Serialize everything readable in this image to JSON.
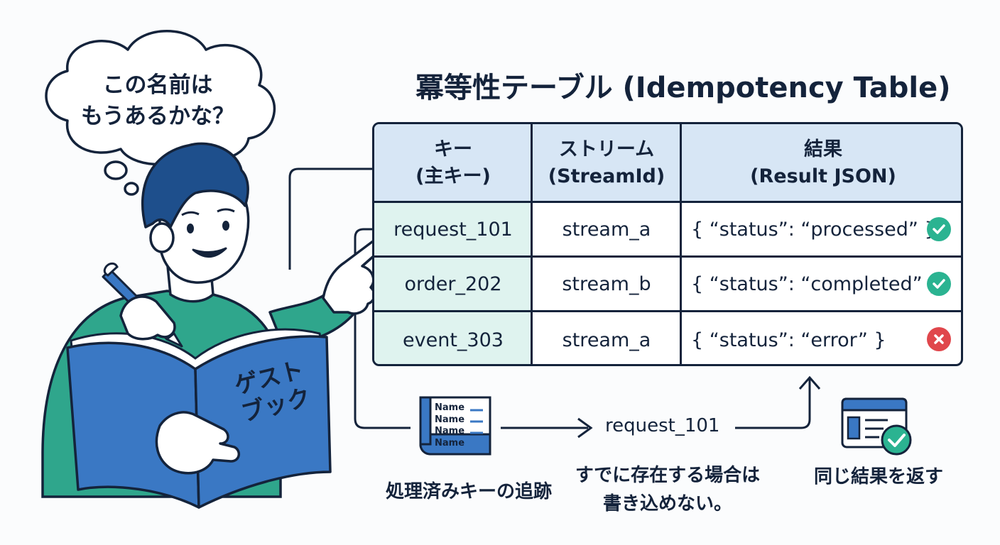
{
  "thought_bubble": {
    "line1": "この名前は",
    "line2": "もうあるかな？"
  },
  "book": {
    "cover_line1": "ゲスト",
    "cover_line2": "ブック"
  },
  "title": "冪等性テーブル (Idempotency Table)",
  "table": {
    "headers": [
      {
        "line1": "キー",
        "line2": "(主キー)"
      },
      {
        "line1": "ストリーム",
        "line2": "(StreamId)"
      },
      {
        "line1": "結果",
        "line2": "(Result JSON)"
      }
    ],
    "rows": [
      {
        "key": "request_101",
        "stream": "stream_a",
        "result": "{ “status”: “processed” }",
        "status": "success"
      },
      {
        "key": "order_202",
        "stream": "stream_b",
        "result": "{ “status”: “completed” }",
        "status": "success"
      },
      {
        "key": "event_303",
        "stream": "stream_a",
        "result": "{ “status”: “error” }",
        "status": "error"
      }
    ]
  },
  "ledger_icon": {
    "lines": [
      "Name",
      "Name",
      "Name",
      "Name"
    ]
  },
  "flow": {
    "request_label": "request_101"
  },
  "captions": {
    "tracking": "処理済みキーの追跡",
    "exists_line1": "すでに存在する場合は",
    "exists_line2": "書き込めない。",
    "return_same": "同じ結果を返す"
  },
  "colors": {
    "ink": "#14233b",
    "header_fill": "#d7e6f5",
    "key_fill": "#dff3ef",
    "success": "#2bb391",
    "error": "#e0474c",
    "book_blue": "#3a78c4",
    "shirt_teal": "#2fa68c"
  }
}
